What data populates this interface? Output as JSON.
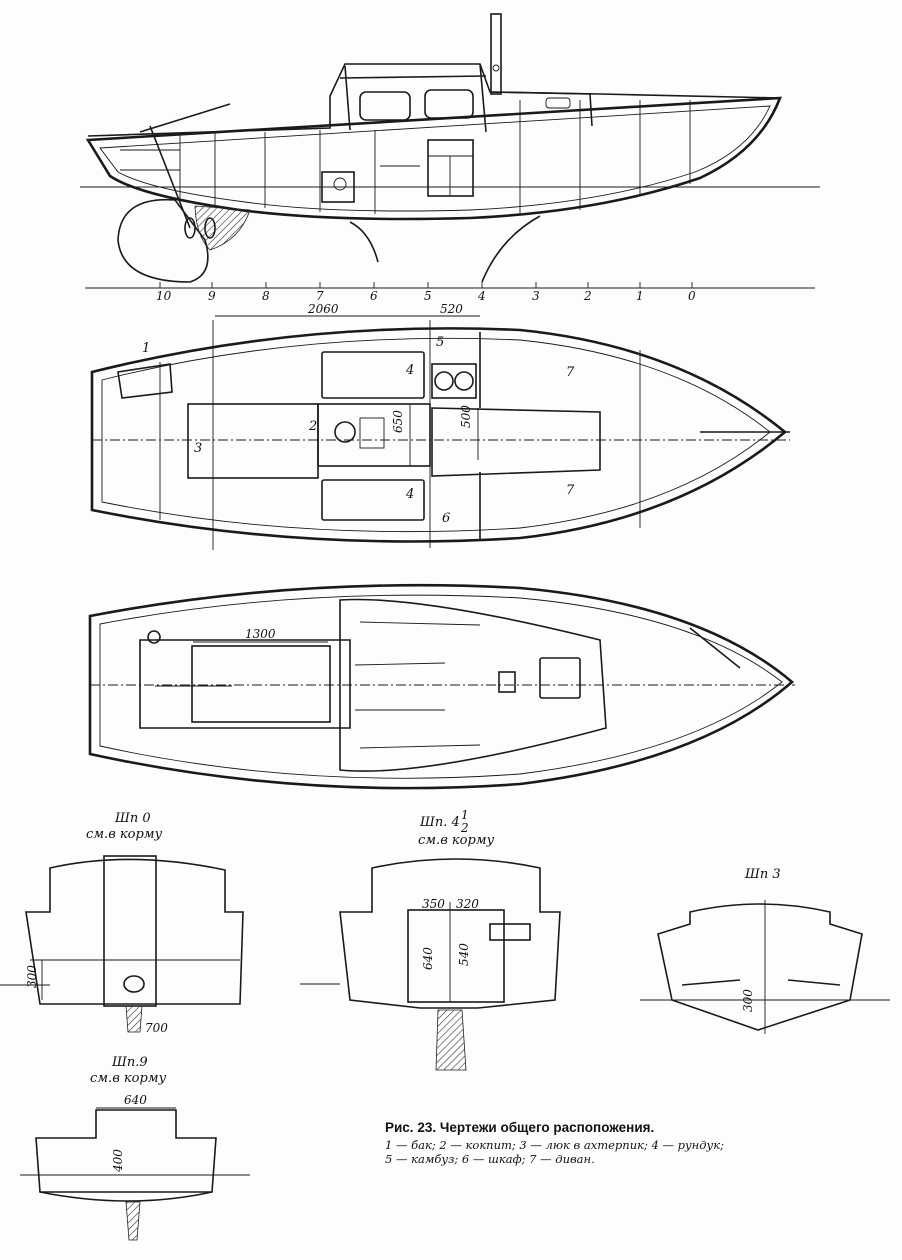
{
  "caption": {
    "title": "Рис. 23. Чертежи общего распопожения.",
    "legend": "1 — бак; 2 — кокпит; 3 — люк в ахтерпик; 4 — рундук; 5 — камбуз; 6 — шкаф; 7 — диван."
  },
  "frames": [
    "10",
    "9",
    "8",
    "7",
    "6",
    "5",
    "4",
    "3",
    "2",
    "1",
    "0"
  ],
  "plan": {
    "dim_2060": "2060",
    "dim_520": "520",
    "dim_650": "650",
    "dim_500": "500",
    "labels": [
      "1",
      "2",
      "3",
      "4",
      "4",
      "5",
      "6",
      "7",
      "7"
    ]
  },
  "deck": {
    "dim_1300": "1300"
  },
  "sections": {
    "s0": {
      "title": "Шп 0",
      "subtitle": "см.в корму",
      "dim_300": "300",
      "dim_700": "700"
    },
    "s45": {
      "title": "Шп. 4",
      "frac_num": "1",
      "frac_den": "2",
      "subtitle": "см.в корму",
      "dim_350": "350",
      "dim_320": "320",
      "dim_640": "640",
      "dim_540": "540"
    },
    "s3": {
      "title": "Шп 3",
      "dim_300": "300"
    },
    "s9": {
      "title": "Шп.9",
      "subtitle": "см.в корму",
      "dim_640": "640",
      "dim_400": "400"
    }
  }
}
